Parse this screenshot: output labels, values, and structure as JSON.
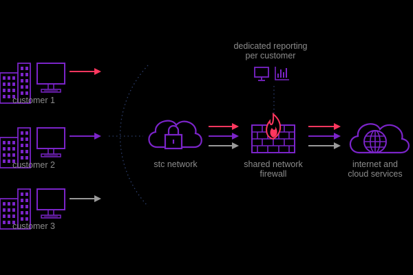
{
  "colors": {
    "purple": "#7b24c9",
    "red": "#ff375e",
    "grey": "#9a9a9a",
    "label": "#8c8c8c",
    "background": "#000000"
  },
  "customers": [
    {
      "label": "customer 1",
      "arrow_color": "red"
    },
    {
      "label": "customer 2",
      "arrow_color": "purple"
    },
    {
      "label": "customer 3",
      "arrow_color": "grey"
    }
  ],
  "customer_icons": [
    "building-icon",
    "computer-monitor-icon"
  ],
  "network": {
    "label": "stc network",
    "icon": "cloud-lock-icon"
  },
  "firewall": {
    "label_line1": "shared network",
    "label_line2": "firewall",
    "icon": "brick-firewall-flame-icon"
  },
  "internet": {
    "label_line1": "internet and",
    "label_line2": "cloud services",
    "icon": "cloud-globe-icon"
  },
  "reporting": {
    "label_line1": "dedicated reporting",
    "label_line2": "per customer",
    "icons": [
      "monitor-icon",
      "bar-chart-icon"
    ]
  }
}
